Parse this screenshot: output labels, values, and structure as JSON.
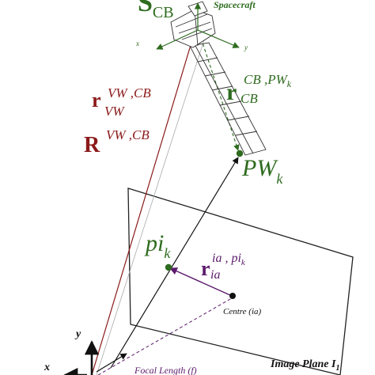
{
  "colors": {
    "dark_red": "#8b1a1a",
    "green": "#2e6b1f",
    "purple": "#5b1a6b",
    "black": "#111111",
    "gray": "#666666"
  },
  "labels": {
    "frame_main": "S",
    "frame_sub": "CB",
    "spacecraft": "Spacecraft",
    "sc_x": "x",
    "sc_y": "y",
    "r_vw_main": "r",
    "r_vw_sub": "VW",
    "r_vw_sup": "VW ,CB",
    "R_vw_main": "R",
    "R_vw_sup": "VW ,CB",
    "r_cb_main": "r",
    "r_cb_sub": "CB",
    "r_cb_sup": "CB ,PW",
    "r_cb_sup_sub": "k",
    "pw_main": "PW",
    "pw_sub": "k",
    "pi_main": "pi",
    "pi_sub": "k",
    "r_ia_main": "r",
    "r_ia_sub": "ia",
    "r_ia_sup": "ia , pi",
    "r_ia_sup_sub": "k",
    "centre": "Centre (ia)",
    "image_plane": "Image Plane I",
    "image_plane_sub": "1",
    "axis_x": "x",
    "axis_y": "y",
    "focal_length": "Focal Length (f)"
  }
}
